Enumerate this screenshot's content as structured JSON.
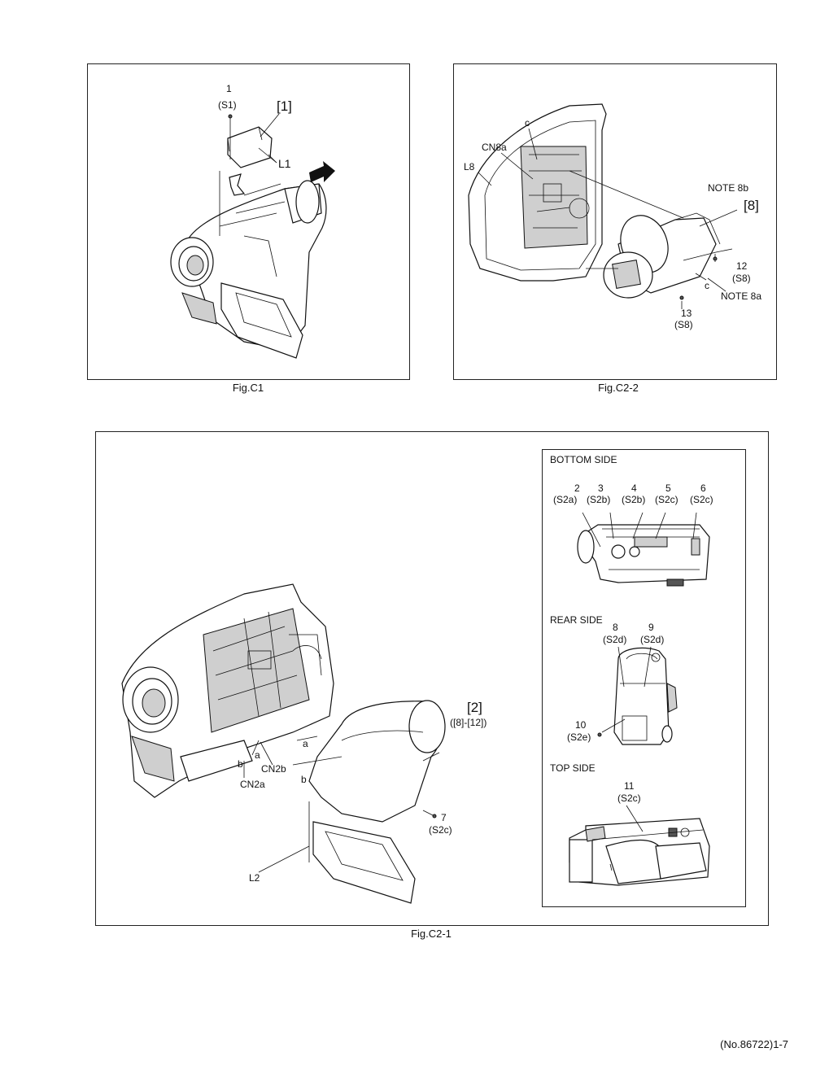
{
  "figures": {
    "c1": {
      "caption": "Fig.C1",
      "labels": {
        "screw_no": "1",
        "screw_code": "(S1)",
        "part": "[1]",
        "lock": "L1"
      }
    },
    "c22": {
      "caption": "Fig.C2-2",
      "labels": {
        "c_top": "c",
        "cn8a": "CN8a",
        "l8": "L8",
        "note8b": "NOTE 8b",
        "part": "[8]",
        "screw12_no": "12",
        "screw12_code": "(S8)",
        "c_bottom": "c",
        "note8a": "NOTE 8a",
        "screw13_no": "13",
        "screw13_code": "(S8)"
      }
    },
    "c21": {
      "caption": "Fig.C2-1",
      "labels": {
        "part": "[2]",
        "part_range": "([8]-[12])",
        "a1": "a",
        "a2": "a",
        "b1": "b",
        "b2": "b",
        "cn2b": "CN2b",
        "cn2a": "CN2a",
        "screw7_no": "7",
        "screw7_code": "(S2c)",
        "l2": "L2"
      },
      "inset": {
        "bottom_title": "BOTTOM SIDE",
        "bottom_screws": [
          {
            "no": "2",
            "code": "(S2a)"
          },
          {
            "no": "3",
            "code": "(S2b)"
          },
          {
            "no": "4",
            "code": "(S2b)"
          },
          {
            "no": "5",
            "code": "(S2c)"
          },
          {
            "no": "6",
            "code": "(S2c)"
          }
        ],
        "rear_title": "REAR SIDE",
        "rear_screws": [
          {
            "no": "8",
            "code": "(S2d)"
          },
          {
            "no": "9",
            "code": "(S2d)"
          },
          {
            "no": "10",
            "code": "(S2e)"
          }
        ],
        "top_title": "TOP SIDE",
        "top_screws": [
          {
            "no": "11",
            "code": "(S2c)"
          }
        ]
      }
    }
  },
  "footer": "(No.86722)1-7"
}
